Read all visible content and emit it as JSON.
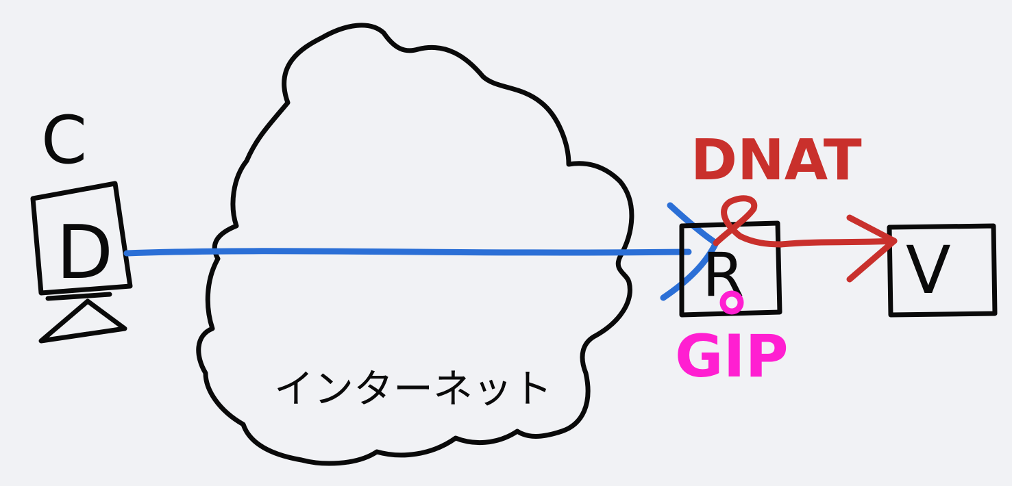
{
  "nodes": {
    "client": {
      "label": "C",
      "glyph": "D"
    },
    "router": {
      "label": "R"
    },
    "server": {
      "label": "V"
    }
  },
  "cloud": {
    "label": "インターネット"
  },
  "annotations": {
    "dnat": "DNAT",
    "gip": "GIP"
  },
  "colors": {
    "background": "#f1f2f5",
    "ink": "#0a0a0a",
    "client_path": "#2b6fd6",
    "dnat": "#c9302c",
    "gip": "#ff1fd1"
  }
}
